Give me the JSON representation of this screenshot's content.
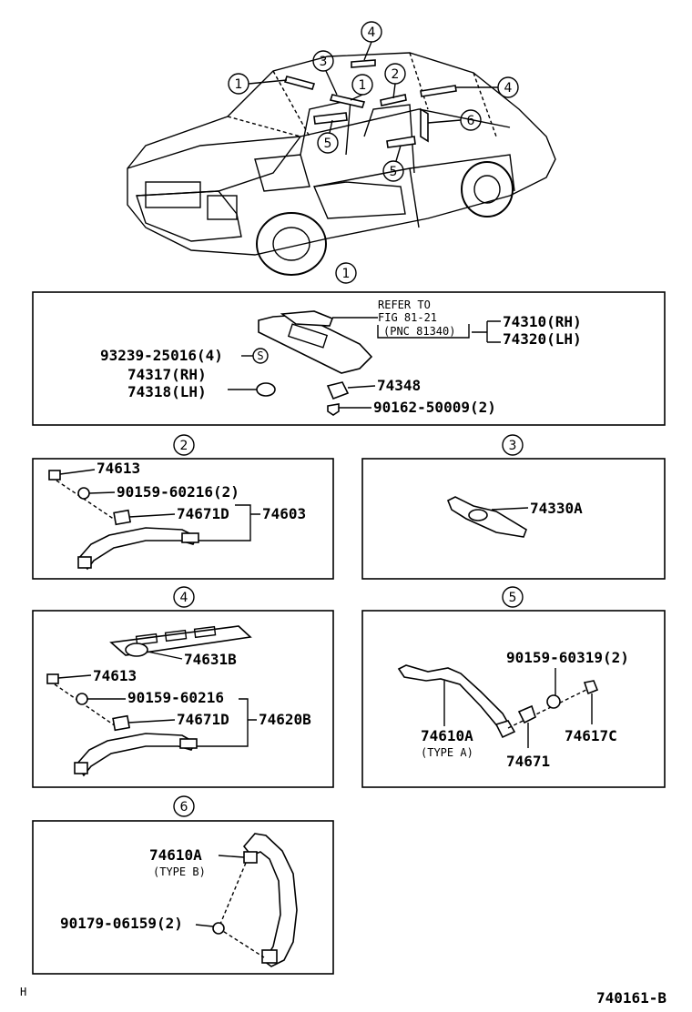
{
  "overview": {
    "callouts": [
      "1",
      "1",
      "2",
      "3",
      "4",
      "4",
      "5",
      "5",
      "6"
    ]
  },
  "sections": {
    "s1": {
      "marker": "1",
      "refer_line1": "REFER TO",
      "refer_line2": "FIG 81-21",
      "refer_line3": "(PNC 81340)",
      "part_74310": "74310(RH)",
      "part_74320": "74320(LH)",
      "part_93239": "93239-25016(4)",
      "s_symbol": "S",
      "part_74317": "74317(RH)",
      "part_74318": "74318(LH)",
      "part_74348": "74348",
      "part_90162": "90162-50009(2)"
    },
    "s2": {
      "marker": "2",
      "part_74613": "74613",
      "part_90159": "90159-60216(2)",
      "part_74671D": "74671D",
      "part_74603": "74603"
    },
    "s3": {
      "marker": "3",
      "part_74330A": "74330A"
    },
    "s4": {
      "marker": "4",
      "part_74631B": "74631B",
      "part_74613": "74613",
      "part_90159": "90159-60216",
      "part_74671D": "74671D",
      "part_74620B": "74620B"
    },
    "s5": {
      "marker": "5",
      "part_90159": "90159-60319(2)",
      "part_74610A": "74610A",
      "type_a": "(TYPE A)",
      "part_74671": "74671",
      "part_74617C": "74617C"
    },
    "s6": {
      "marker": "6",
      "part_74610A": "74610A",
      "type_b": "(TYPE B)",
      "part_90179": "90179-06159(2)"
    }
  },
  "footer": {
    "left_mark": "H",
    "figure_code": "740161-B"
  }
}
